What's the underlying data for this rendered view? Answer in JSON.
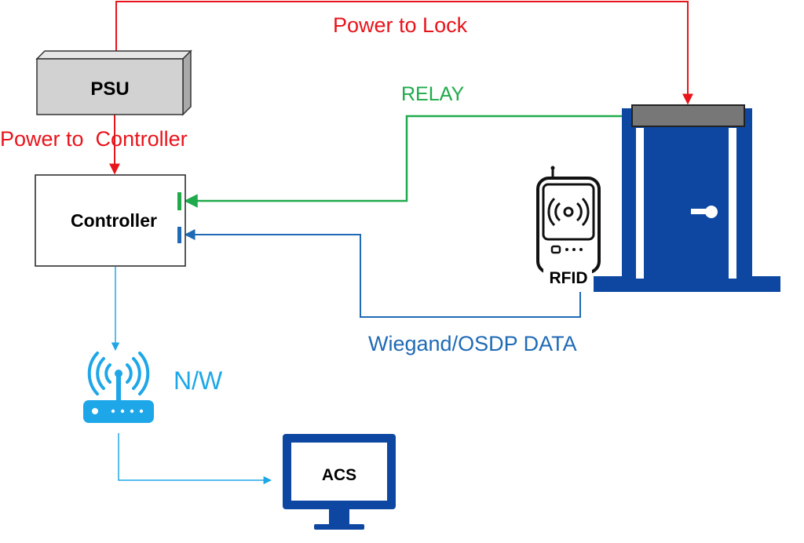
{
  "colors": {
    "power": "#e8141b",
    "relay": "#1faa4b",
    "data": "#1f6ab5",
    "network": "#1ea7e8",
    "device_blue": "#0d47a1",
    "lock_gray": "#777777",
    "psu_gray": "#d2d2d2"
  },
  "labels": {
    "power_to_lock": "Power to Lock",
    "psu": "PSU",
    "power_to_controller": "Power to  Controller",
    "relay": "RELAY",
    "controller": "Controller",
    "rfid": "RFID",
    "wiegand": "Wiegand/OSDP DATA",
    "network": "N/W",
    "acs": "ACS"
  },
  "icons": {
    "door": "door-icon",
    "rfid_reader": "rfid-reader-icon",
    "router": "wifi-router-icon",
    "monitor": "monitor-icon"
  }
}
